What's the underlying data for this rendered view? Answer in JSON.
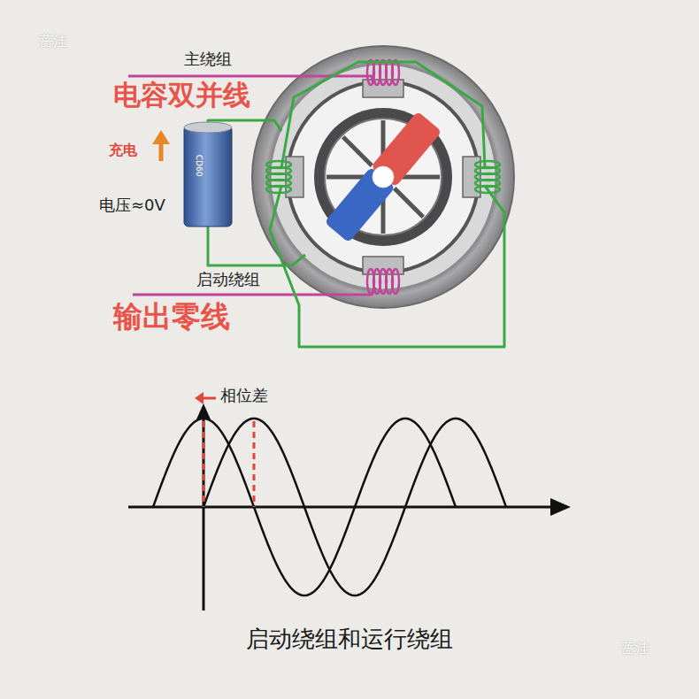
{
  "diagram": {
    "caption": "启动绕组和运行绕组",
    "labels": [
      "蔷洼",
      "主绕组",
      "电容双并线",
      "充电",
      "电压≈0V",
      "CD60",
      "启动绕组",
      "输出零线",
      "相位差",
      "蔷洼"
    ]
  }
}
